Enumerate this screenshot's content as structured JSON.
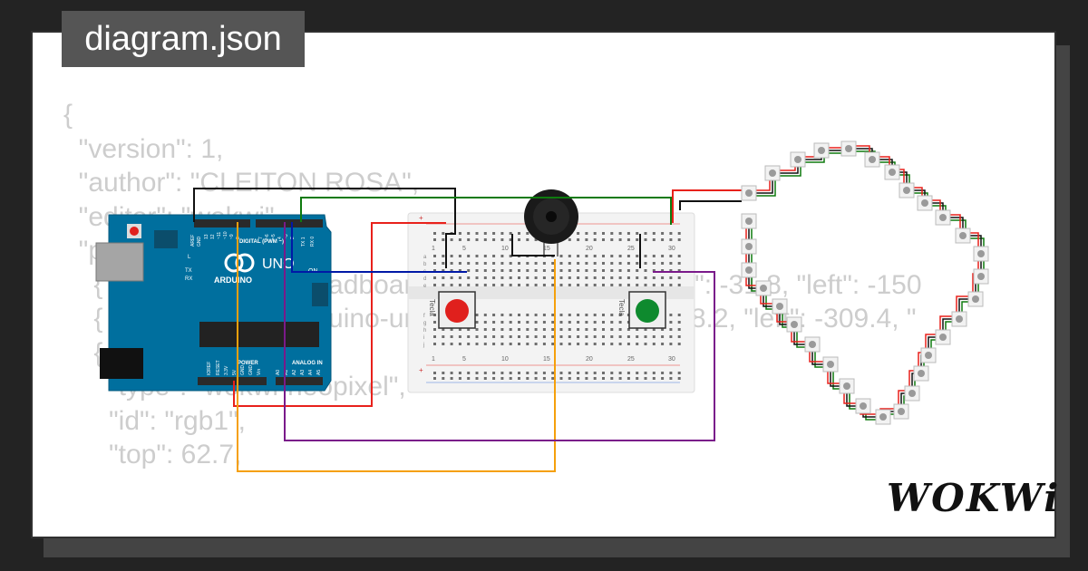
{
  "header": {
    "filename": "diagram.json"
  },
  "code_lines": [
    "{",
    "  \"version\": 1,",
    "  \"author\": \"CLEITON ROSA\",",
    "  \"editor\": \"wokwi\",",
    "  \"parts\": [",
    "    { \"type\": \"wokwi-breadboard-mini\", \"id\": \"bb1\", \"top\": -31.8, \"left\": -150",
    "    { \"type\": \"wokwi-arduino-uno\", \"id\": \"uno\", \"top\": -28.2, \"left\": -309.4, \"",
    "    {",
    "      \"type\": \"wokwi-neopixel\",",
    "      \"id\": \"rgb1\",",
    "      \"top\": 62.7,"
  ],
  "arduino": {
    "brand_text": "ARDUINO",
    "model_text": "UNO",
    "on_label": "ON",
    "digital_label": "DIGITAL (PWM ~)",
    "power_label": "POWER",
    "analog_label": "ANALOG IN",
    "aref_label": "AREF",
    "gnd_label": "GND",
    "tx_label": "TX",
    "rx_label": "RX",
    "l_label": "L",
    "power_pins": [
      "IOREF",
      "RESET",
      "3.3V",
      "5V",
      "GND",
      "GND",
      "Vin"
    ],
    "analog_pins": [
      "A0",
      "A1",
      "A2",
      "A3",
      "A4",
      "A5"
    ],
    "digital_pins": [
      "13",
      "12",
      "~11",
      "~10",
      "~9",
      "8",
      "7",
      "~6",
      "~5",
      "4",
      "~3",
      "2",
      "TX 1",
      "RX 0"
    ]
  },
  "breadboard": {
    "column_numbers": [
      "1",
      "5",
      "10",
      "15",
      "20",
      "25",
      "30"
    ],
    "row_letters_top": [
      "a",
      "b",
      "c",
      "d",
      "e"
    ],
    "row_letters_bottom": [
      "f",
      "g",
      "h",
      "i",
      "j"
    ],
    "button_label": "Tecla"
  },
  "components": {
    "button_red_color": "#e0201d",
    "button_green_color": "#0e8a2e",
    "buzzer_color": "#1a1a1a"
  },
  "wires": {
    "black": "#111111",
    "red": "#e8211b",
    "green": "#0e7a0e",
    "blue": "#0019a6",
    "orange": "#f5a00b",
    "purple": "#7a1a8a"
  },
  "brand": {
    "name": "WOKWi"
  }
}
